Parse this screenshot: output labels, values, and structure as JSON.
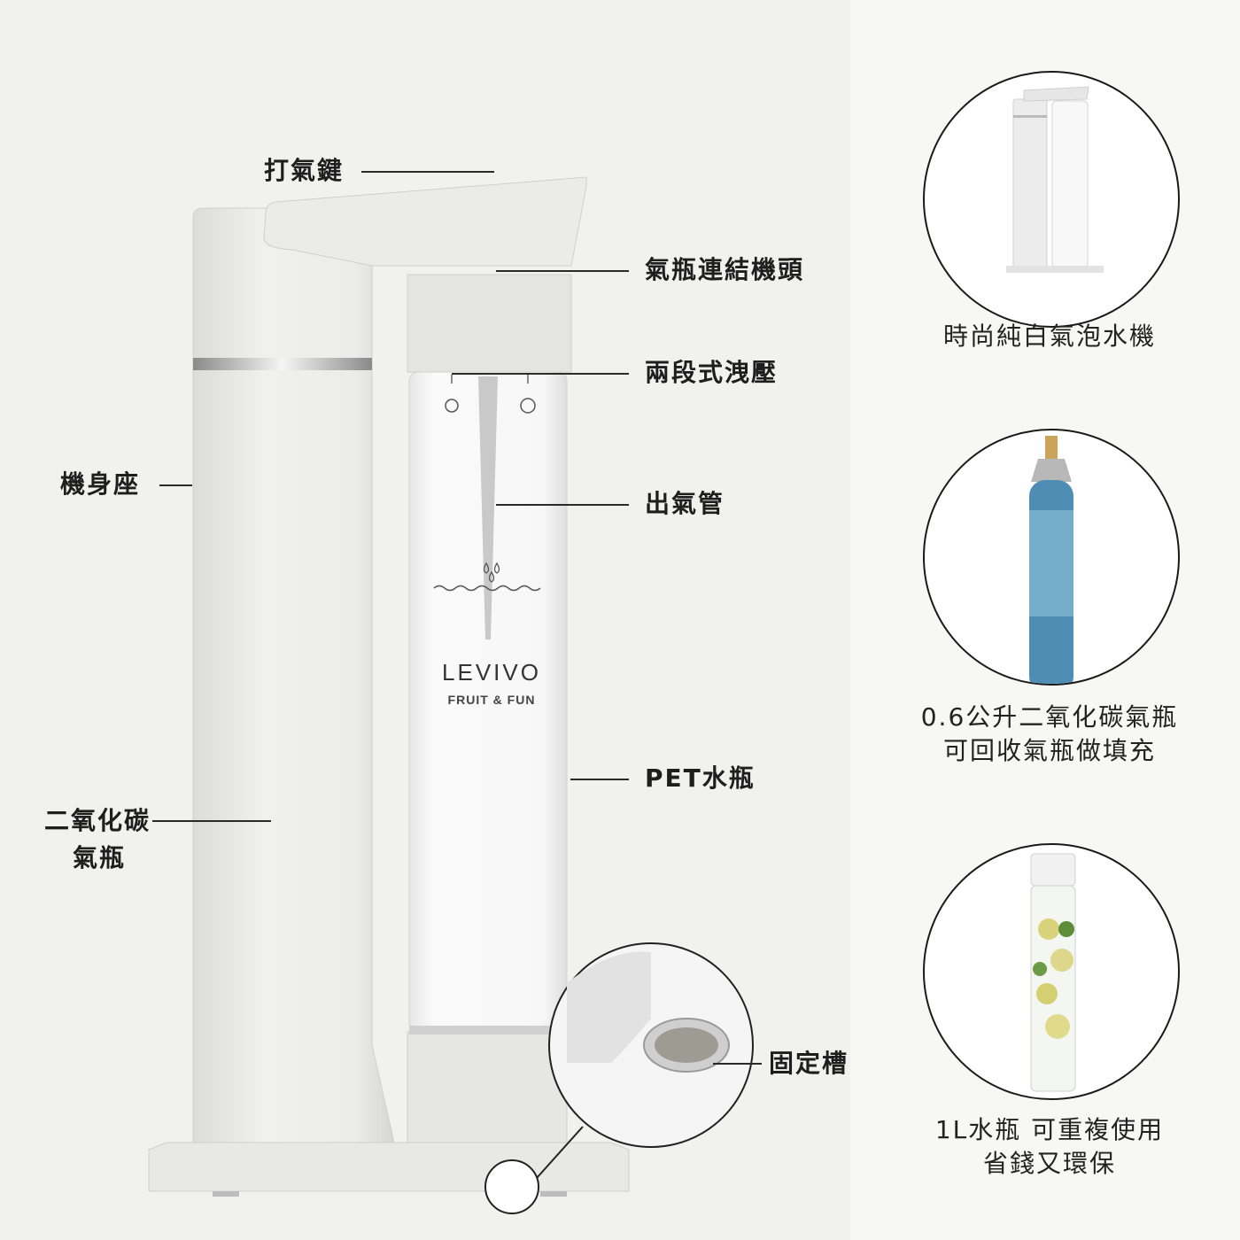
{
  "labels": {
    "pump_button": "打氣鍵",
    "cylinder_head": "氣瓶連結機頭",
    "two_stage_release": "兩段式洩壓",
    "body_base": "機身座",
    "outlet_tube": "出氣管",
    "pet_bottle": "PET水瓶",
    "co2_line1": "二氧化碳",
    "co2_line2": "氣瓶",
    "fixing_slot": "固定槽"
  },
  "brand": {
    "name": "LEVIVO",
    "tagline": "FRUIT & FUN"
  },
  "features": [
    {
      "line1": "時尚純白氣泡水機",
      "line2": ""
    },
    {
      "line1": "0.6公升二氧化碳氣瓶",
      "line2": "可回收氣瓶做填充"
    },
    {
      "line1": "1L水瓶 可重複使用",
      "line2": "省錢又環保"
    }
  ],
  "colors": {
    "background": "#f1f1f0",
    "machine": "#e9e9e8",
    "cylinder_blue": "#3f7fa8"
  }
}
